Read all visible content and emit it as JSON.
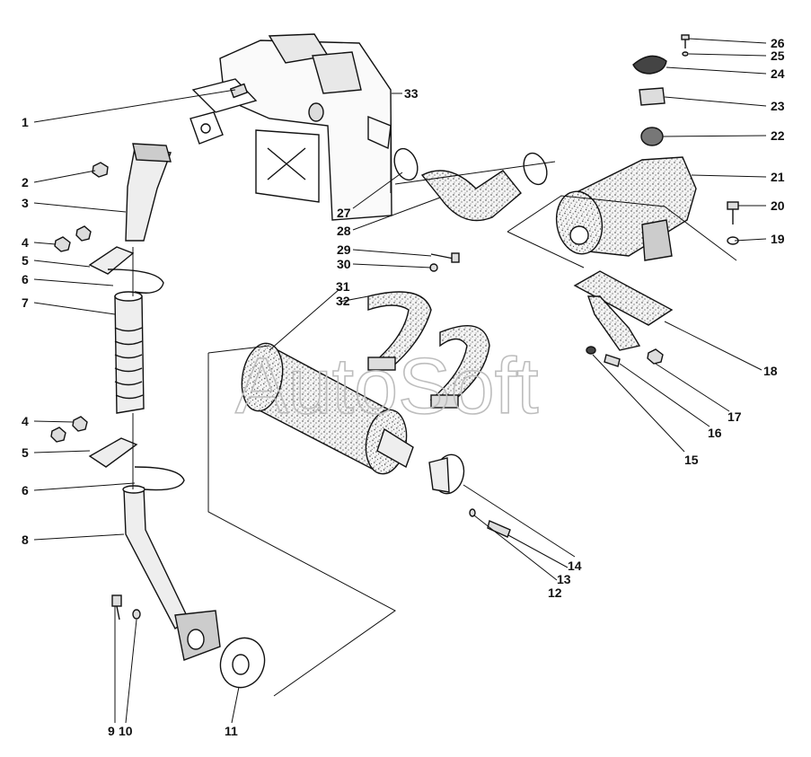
{
  "watermark": "AutoSoft",
  "labels": {
    "l1": "1",
    "l2": "2",
    "l3": "3",
    "l4a": "4",
    "l5a": "5",
    "l6a": "6",
    "l7": "7",
    "l4b": "4",
    "l5b": "5",
    "l6b": "6",
    "l8": "8",
    "l9": "9",
    "l10": "10",
    "l11": "11",
    "l12": "12",
    "l13": "13",
    "l14": "14",
    "l15": "15",
    "l16": "16",
    "l17": "17",
    "l18": "18",
    "l19": "19",
    "l20": "20",
    "l21": "21",
    "l22": "22",
    "l23": "23",
    "l24": "24",
    "l25": "25",
    "l26": "26",
    "l27": "27",
    "l28": "28",
    "l29": "29",
    "l30": "30",
    "l31": "31",
    "l32": "32",
    "l33": "33"
  }
}
